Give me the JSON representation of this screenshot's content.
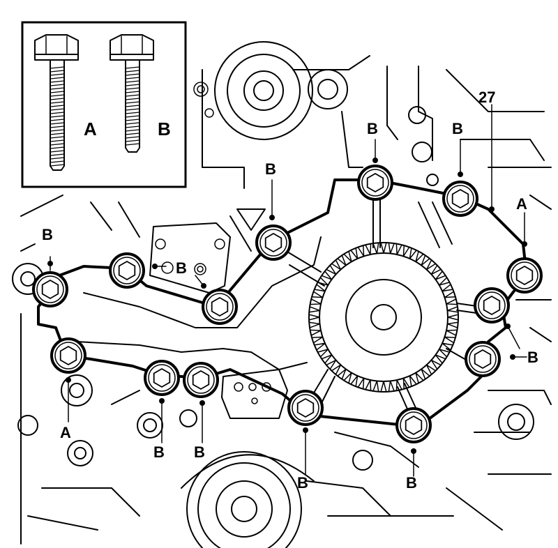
{
  "legend": {
    "bolt_a_label": "A",
    "bolt_b_label": "B"
  },
  "callouts": {
    "part_number": "27",
    "bolt_type_a": "A",
    "bolt_type_b": "B"
  },
  "colors": {
    "ink": "#000000",
    "paper": "#ffffff"
  }
}
